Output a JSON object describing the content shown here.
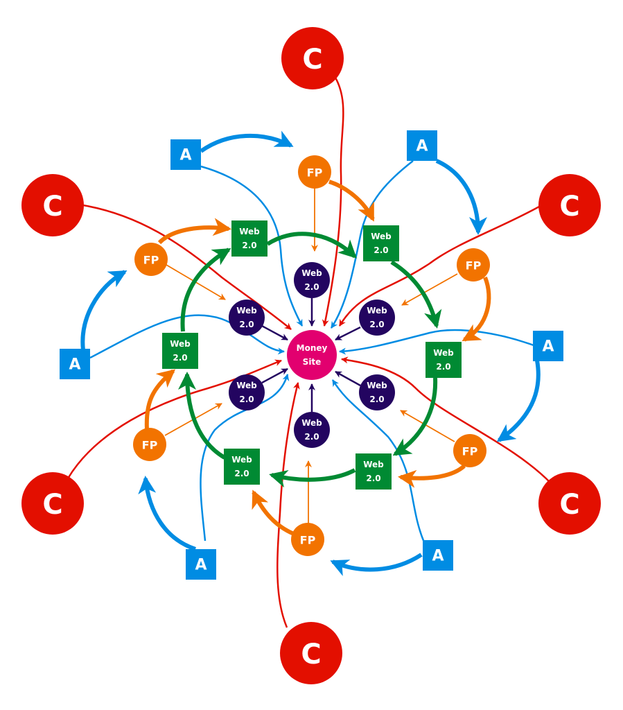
{
  "title": "Link wheel diagram",
  "colors": {
    "money": "#e2006f",
    "web20_circle": "#230560",
    "web20_square": "#008a33",
    "fp": "#f27300",
    "a": "#008ce3",
    "c": "#e30f00",
    "label": "#ffffff"
  },
  "labels": {
    "money_line1": "Money",
    "money_line2": "Site",
    "web_line1": "Web",
    "web_line2": "2.0",
    "fp": "FP",
    "a": "A",
    "c": "C"
  },
  "nodes": {
    "money": {
      "id": "money",
      "type": "money",
      "label": "Money Site"
    },
    "inner_web20": [
      {
        "id": "iw-top",
        "type": "web20_circle",
        "label": "Web 2.0"
      },
      {
        "id": "iw-tr",
        "type": "web20_circle",
        "label": "Web 2.0"
      },
      {
        "id": "iw-br",
        "type": "web20_circle",
        "label": "Web 2.0"
      },
      {
        "id": "iw-bottom",
        "type": "web20_circle",
        "label": "Web 2.0"
      },
      {
        "id": "iw-bl",
        "type": "web20_circle",
        "label": "Web 2.0"
      },
      {
        "id": "iw-tl",
        "type": "web20_circle",
        "label": "Web 2.0"
      }
    ],
    "ring_web20": [
      {
        "id": "rw-1",
        "type": "web20_square",
        "label": "Web 2.0"
      },
      {
        "id": "rw-2",
        "type": "web20_square",
        "label": "Web 2.0"
      },
      {
        "id": "rw-3",
        "type": "web20_square",
        "label": "Web 2.0"
      },
      {
        "id": "rw-4",
        "type": "web20_square",
        "label": "Web 2.0"
      },
      {
        "id": "rw-5",
        "type": "web20_square",
        "label": "Web 2.0"
      },
      {
        "id": "rw-6",
        "type": "web20_square",
        "label": "Web 2.0"
      }
    ],
    "fp": [
      {
        "id": "fp-1",
        "type": "fp",
        "label": "FP"
      },
      {
        "id": "fp-2",
        "type": "fp",
        "label": "FP"
      },
      {
        "id": "fp-3",
        "type": "fp",
        "label": "FP"
      },
      {
        "id": "fp-4",
        "type": "fp",
        "label": "FP"
      },
      {
        "id": "fp-5",
        "type": "fp",
        "label": "FP"
      },
      {
        "id": "fp-6",
        "type": "fp",
        "label": "FP"
      }
    ],
    "a": [
      {
        "id": "a-1",
        "type": "a",
        "label": "A"
      },
      {
        "id": "a-2",
        "type": "a",
        "label": "A"
      },
      {
        "id": "a-3",
        "type": "a",
        "label": "A"
      },
      {
        "id": "a-4",
        "type": "a",
        "label": "A"
      },
      {
        "id": "a-5",
        "type": "a",
        "label": "A"
      },
      {
        "id": "a-6",
        "type": "a",
        "label": "A"
      }
    ],
    "c": [
      {
        "id": "c-1",
        "type": "c",
        "label": "C"
      },
      {
        "id": "c-2",
        "type": "c",
        "label": "C"
      },
      {
        "id": "c-3",
        "type": "c",
        "label": "C"
      },
      {
        "id": "c-4",
        "type": "c",
        "label": "C"
      },
      {
        "id": "c-5",
        "type": "c",
        "label": "C"
      },
      {
        "id": "c-6",
        "type": "c",
        "label": "C"
      }
    ]
  },
  "edges": [
    {
      "from": "iw-top",
      "to": "money",
      "kind": "web20"
    },
    {
      "from": "iw-tr",
      "to": "money",
      "kind": "web20"
    },
    {
      "from": "iw-br",
      "to": "money",
      "kind": "web20"
    },
    {
      "from": "iw-bottom",
      "to": "money",
      "kind": "web20"
    },
    {
      "from": "iw-bl",
      "to": "money",
      "kind": "web20"
    },
    {
      "from": "iw-tl",
      "to": "money",
      "kind": "web20"
    },
    {
      "from": "rw-1",
      "to": "rw-2",
      "kind": "wheel"
    },
    {
      "from": "rw-2",
      "to": "rw-3",
      "kind": "wheel"
    },
    {
      "from": "rw-3",
      "to": "rw-4",
      "kind": "wheel"
    },
    {
      "from": "rw-4",
      "to": "rw-5",
      "kind": "wheel"
    },
    {
      "from": "rw-5",
      "to": "rw-6",
      "kind": "wheel"
    },
    {
      "from": "rw-6",
      "to": "rw-1",
      "kind": "wheel"
    },
    {
      "from": "fp-1",
      "to": "rw-1",
      "kind": "fp-ring"
    },
    {
      "from": "fp-2",
      "to": "rw-2",
      "kind": "fp-ring"
    },
    {
      "from": "fp-3",
      "to": "rw-3",
      "kind": "fp-ring"
    },
    {
      "from": "fp-4",
      "to": "rw-4",
      "kind": "fp-ring"
    },
    {
      "from": "fp-5",
      "to": "rw-5",
      "kind": "fp-ring"
    },
    {
      "from": "fp-6",
      "to": "rw-6",
      "kind": "fp-ring"
    },
    {
      "from": "fp-1",
      "to": "iw-tl",
      "kind": "fp-inner"
    },
    {
      "from": "fp-2",
      "to": "iw-top",
      "kind": "fp-inner"
    },
    {
      "from": "fp-3",
      "to": "iw-tr",
      "kind": "fp-inner"
    },
    {
      "from": "fp-4",
      "to": "iw-br",
      "kind": "fp-inner"
    },
    {
      "from": "fp-5",
      "to": "iw-bottom",
      "kind": "fp-inner"
    },
    {
      "from": "fp-6",
      "to": "iw-bl",
      "kind": "fp-inner"
    },
    {
      "from": "a-1",
      "to": "fp-2",
      "kind": "a-fp"
    },
    {
      "from": "a-2",
      "to": "fp-3",
      "kind": "a-fp"
    },
    {
      "from": "a-3",
      "to": "fp-4",
      "kind": "a-fp"
    },
    {
      "from": "a-4",
      "to": "fp-5",
      "kind": "a-fp"
    },
    {
      "from": "a-5",
      "to": "fp-6",
      "kind": "a-fp"
    },
    {
      "from": "a-6",
      "to": "fp-1",
      "kind": "a-fp"
    },
    {
      "from": "a-1",
      "to": "money",
      "kind": "a-money"
    },
    {
      "from": "a-2",
      "to": "money",
      "kind": "a-money"
    },
    {
      "from": "a-3",
      "to": "money",
      "kind": "a-money"
    },
    {
      "from": "a-4",
      "to": "money",
      "kind": "a-money"
    },
    {
      "from": "a-5",
      "to": "money",
      "kind": "a-money"
    },
    {
      "from": "a-6",
      "to": "money",
      "kind": "a-money"
    },
    {
      "from": "c-1",
      "to": "money",
      "kind": "c-money"
    },
    {
      "from": "c-2",
      "to": "money",
      "kind": "c-money"
    },
    {
      "from": "c-3",
      "to": "money",
      "kind": "c-money"
    },
    {
      "from": "c-4",
      "to": "money",
      "kind": "c-money"
    },
    {
      "from": "c-5",
      "to": "money",
      "kind": "c-money"
    },
    {
      "from": "c-6",
      "to": "money",
      "kind": "c-money"
    }
  ]
}
